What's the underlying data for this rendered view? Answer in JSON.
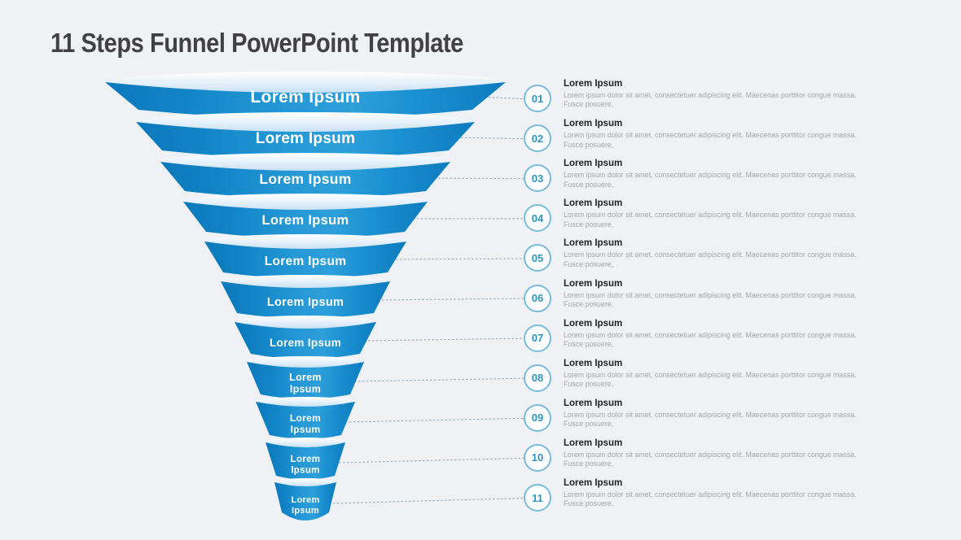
{
  "title": "11 Steps Funnel PowerPoint Template",
  "funnel": {
    "layers": [
      {
        "label": "Lorem Ipsum"
      },
      {
        "label": "Lorem Ipsum"
      },
      {
        "label": "Lorem Ipsum"
      },
      {
        "label": "Lorem Ipsum"
      },
      {
        "label": "Lorem Ipsum"
      },
      {
        "label": "Lorem Ipsum"
      },
      {
        "label": "Lorem Ipsum"
      },
      {
        "label": "Lorem Ipsum"
      },
      {
        "label": "Lorem Ipsum"
      },
      {
        "label": "Lorem Ipsum"
      },
      {
        "label": "Lorem Ipsum"
      }
    ]
  },
  "steps": [
    {
      "number": "01",
      "heading": "Lorem Ipsum",
      "description_line1": "Lorem ipsum dolor sit amet, consectetuer adipiscing elit. Maecenas porttitor congue massa.",
      "description_line2": "Fusce posuere,"
    },
    {
      "number": "02",
      "heading": "Lorem Ipsum",
      "description_line1": "Lorem ipsum dolor sit amet, consectetuer adipiscing elit. Maecenas porttitor congue massa.",
      "description_line2": "Fusce posuere,"
    },
    {
      "number": "03",
      "heading": "Lorem Ipsum",
      "description_line1": "Lorem ipsum dolor sit amet, consectetuer adipiscing elit. Maecenas porttitor congue massa.",
      "description_line2": "Fusce posuere,"
    },
    {
      "number": "04",
      "heading": "Lorem Ipsum",
      "description_line1": "Lorem ipsum dolor sit amet, consectetuer adipiscing elit. Maecenas porttitor congue massa.",
      "description_line2": "Fusce posuere,"
    },
    {
      "number": "05",
      "heading": "Lorem Ipsum",
      "description_line1": "Lorem ipsum dolor sit amet, consectetuer adipiscing elit. Maecenas porttitor congue massa.",
      "description_line2": "Fusce posuere,"
    },
    {
      "number": "06",
      "heading": "Lorem Ipsum",
      "description_line1": "Lorem ipsum dolor sit amet, consectetuer adipiscing elit. Maecenas porttitor congue massa.",
      "description_line2": "Fusce posuere,"
    },
    {
      "number": "07",
      "heading": "Lorem Ipsum",
      "description_line1": "Lorem ipsum dolor sit amet, consectetuer adipiscing elit. Maecenas porttitor congue massa.",
      "description_line2": "Fusce posuere,"
    },
    {
      "number": "08",
      "heading": "Lorem Ipsum",
      "description_line1": "Lorem ipsum dolor sit amet, consectetuer adipiscing elit. Maecenas porttitor congue massa.",
      "description_line2": "Fusce posuere,"
    },
    {
      "number": "09",
      "heading": "Lorem Ipsum",
      "description_line1": "Lorem ipsum dolor sit amet, consectetuer adipiscing elit. Maecenas porttitor congue massa.",
      "description_line2": "Fusce posuere,"
    },
    {
      "number": "10",
      "heading": "Lorem Ipsum",
      "description_line1": "Lorem ipsum dolor sit amet, consectetuer adipiscing elit. Maecenas porttitor congue massa.",
      "description_line2": "Fusce posuere,"
    },
    {
      "number": "11",
      "heading": "Lorem Ipsum",
      "description_line1": "Lorem ipsum dolor sit amet, consectetuer adipiscing elit. Maecenas porttitor congue massa.",
      "description_line2": "Fusce posuere,"
    }
  ],
  "colors": {
    "background": "#f0f1f5",
    "title_color": "#414144",
    "funnel_blue_dark": "#0b78ba",
    "funnel_blue": "#1b90d0",
    "funnel_blue_light": "#2da0da",
    "lid_light_blue": "#c9e1f3",
    "label_color": "#ffffff",
    "badge_border": "#79bbdc",
    "badge_number": "#2e95c0",
    "heading_color": "#1f2023",
    "description_color": "#a2a6ab",
    "connector_color": "#8ea4b2"
  }
}
